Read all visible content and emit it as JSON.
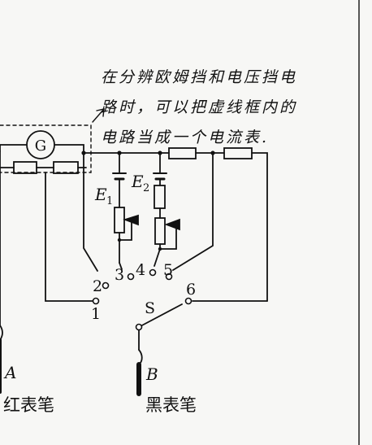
{
  "annotation": {
    "line1": "在分辨欧姆挡和电压挡电",
    "line2": "路时，可以把虚线框内的",
    "line3": "电路当成一个电流表."
  },
  "galvanometer": {
    "symbol": "G"
  },
  "batteries": {
    "e1": {
      "main": "E",
      "sub": "1"
    },
    "e2": {
      "main": "E",
      "sub": "2"
    }
  },
  "switch_terminals": [
    "1",
    "2",
    "3",
    "4",
    "5",
    "6"
  ],
  "selector": {
    "label": "S"
  },
  "probes": {
    "a_letter": "A",
    "b_letter": "B",
    "red_caption": "红表笔",
    "black_caption": "黑表笔"
  }
}
